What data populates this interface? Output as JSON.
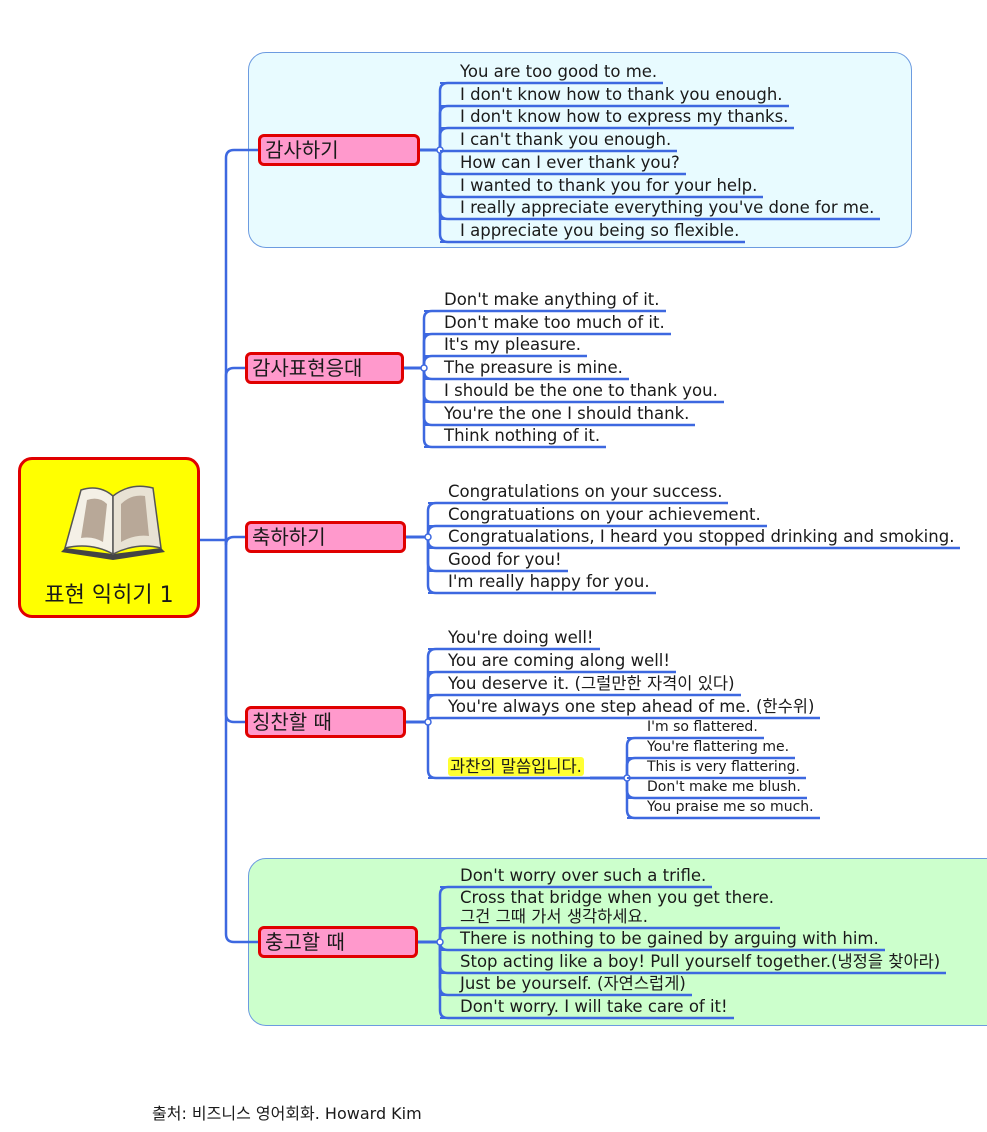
{
  "main": {
    "title": "표현 익히기 1",
    "icon": "open-book-icon"
  },
  "colors": {
    "line": "#3d68e0",
    "topic_fill": "#ff99cc",
    "topic_border": "#e00000",
    "main_fill": "#ffff00",
    "cloud_blue": "#e8fbff",
    "cloud_green": "#ccffcc",
    "highlight": "#ffff33"
  },
  "groups": [
    {
      "label": "감사하기",
      "items": [
        {
          "text": "You are too good to me."
        },
        {
          "text": "I don't know how to thank you enough."
        },
        {
          "text": "I don't know how to express my thanks."
        },
        {
          "text": "I can't thank you enough."
        },
        {
          "text": "How can I ever thank you?"
        },
        {
          "text": "I wanted to thank you for your help."
        },
        {
          "text": "I really appreciate everything you've done for me."
        },
        {
          "text": "I appreciate you being so flexible."
        }
      ]
    },
    {
      "label": "감사표현응대",
      "items": [
        {
          "text": "Don't make anything of it."
        },
        {
          "text": "Don't make too much of it."
        },
        {
          "text": "It's my pleasure."
        },
        {
          "text": "The preasure is mine."
        },
        {
          "text": "I should be the one to thank you."
        },
        {
          "text": "You're the one I should thank."
        },
        {
          "text": "Think nothing of it."
        }
      ]
    },
    {
      "label": "축하하기",
      "items": [
        {
          "text": "Congratulations on your success."
        },
        {
          "text": "Congratuations on your achievement."
        },
        {
          "text": "Congratualations, I heard you stopped drinking and smoking."
        },
        {
          "text": "Good for you!"
        },
        {
          "text": "I'm really happy for you."
        }
      ]
    },
    {
      "label": "칭찬할 때",
      "items": [
        {
          "text": "You're doing well!"
        },
        {
          "text": "You are coming along well!"
        },
        {
          "text": "You deserve it. (그럴만한 자격이 있다)"
        },
        {
          "text": "You're always one step ahead of me. (한수위)"
        },
        {
          "text": "과찬의 말씀입니다.",
          "highlight": true,
          "children": [
            {
              "text": "I'm so flattered."
            },
            {
              "text": "You're flattering me."
            },
            {
              "text": "This is very flattering."
            },
            {
              "text": "Don't make me blush."
            },
            {
              "text": "You praise me so much."
            }
          ]
        }
      ]
    },
    {
      "label": "충고할 때",
      "items": [
        {
          "text": "Don't worry over such a trifle."
        },
        {
          "text": "Cross that bridge when you get there.\n그건 그때 가서 생각하세요."
        },
        {
          "text": "There is nothing to be gained by arguing with him."
        },
        {
          "text": "Stop acting like a boy! Pull yourself together.(냉정을 찾아라)"
        },
        {
          "text": "Just be yourself. (자연스럽게)"
        },
        {
          "text": "Don't worry. I will take care of it!"
        }
      ]
    }
  ],
  "footer": "출처: 비즈니스 영어회화. Howard Kim"
}
